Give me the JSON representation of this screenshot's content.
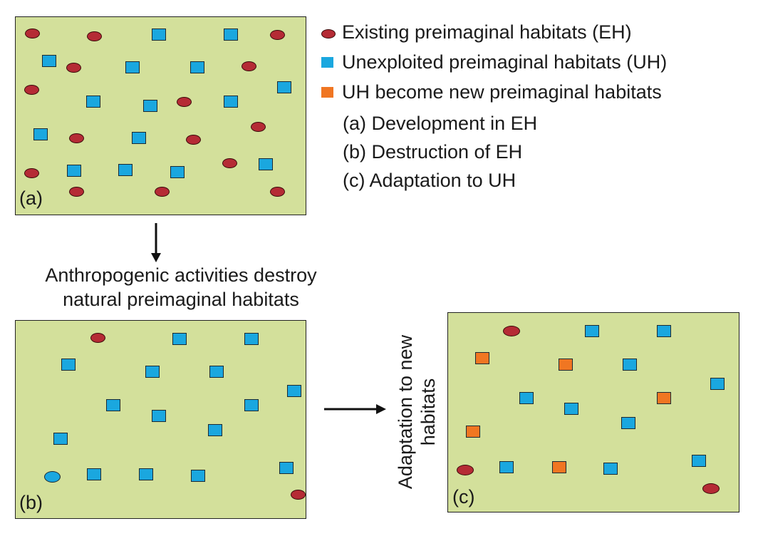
{
  "legend": {
    "eh": "Existing preimaginal habitats (EH)",
    "uh": "Unexploited  preimaginal habitats (UH)",
    "new": "UH become new preimaginal habitats",
    "a": "(a) Development in EH",
    "b": "(b) Destruction of EH",
    "c": "(c) Adaptation to UH"
  },
  "panels": {
    "a_label": "(a)",
    "b_label": "(b)",
    "c_label": "(c)"
  },
  "captions": {
    "anthropogenic_line1": "Anthropogenic activities destroy",
    "anthropogenic_line2": "natural preimaginal habitats",
    "adaptation_line1": "Adaptation to new",
    "adaptation_line2": "habitats"
  },
  "colors": {
    "field": "#d3e09b",
    "existing_habitat": "#b52b35",
    "unexploited_habitat": "#1aa7df",
    "new_habitat": "#f07622"
  }
}
